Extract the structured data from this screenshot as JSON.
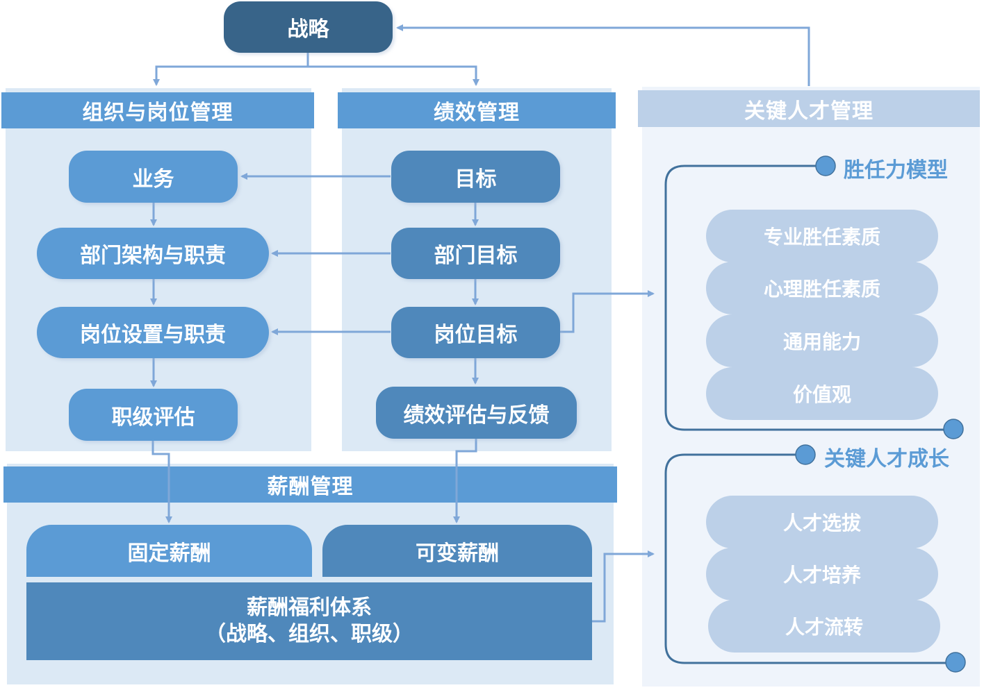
{
  "top": {
    "strategy": "战略"
  },
  "org": {
    "title": "组织与岗位管理",
    "nodes": [
      "业务",
      "部门架构与职责",
      "岗位设置与职责",
      "职级评估"
    ]
  },
  "perf": {
    "title": "绩效管理",
    "nodes": [
      "目标",
      "部门目标",
      "岗位目标",
      "绩效评估与反馈"
    ]
  },
  "comp": {
    "title": "薪酬管理",
    "fixed": "固定薪酬",
    "variable": "可变薪酬",
    "system_line1": "薪酬福利体系",
    "system_line2": "（战略、组织、职级）"
  },
  "talent": {
    "title": "关键人才管理",
    "competency": {
      "title": "胜任力模型",
      "items": [
        "专业胜任素质",
        "心理胜任素质",
        "通用能力",
        "价值观"
      ]
    },
    "growth": {
      "title": "关键人才成长",
      "items": [
        "人才选拔",
        "人才培养",
        "人才流转"
      ]
    }
  },
  "colors": {
    "top_node": "#386489",
    "header": "#5b9bd5",
    "node_mid": "#5b9bd5",
    "node_dark": "#4f88bb",
    "panel": "#dce9f5",
    "panel_light": "#eff4fb",
    "pill": "#bcd0e8",
    "connector": "#7fa7d8",
    "bracket": "#41719c"
  }
}
